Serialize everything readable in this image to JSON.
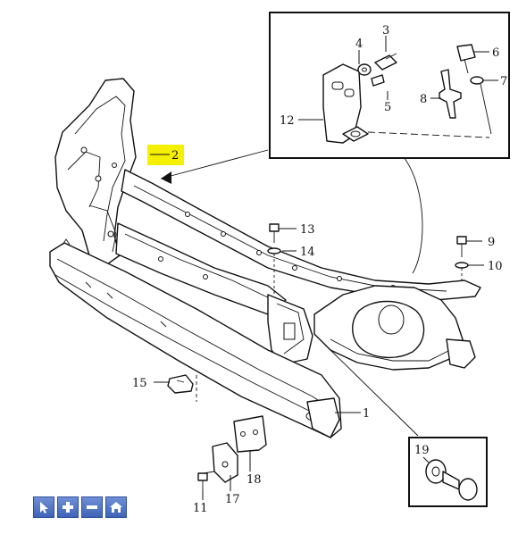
{
  "callouts": {
    "c1": "1",
    "c2": "2",
    "c3": "3",
    "c4": "4",
    "c5": "5",
    "c6": "6",
    "c7": "7",
    "c8": "8",
    "c9": "9",
    "c10": "10",
    "c11": "11",
    "c12": "12",
    "c13": "13",
    "c14": "14",
    "c15": "15",
    "c17": "17",
    "c18": "18",
    "c19": "19"
  },
  "highlight": {
    "color": "#f5f000"
  },
  "toolbar": {
    "buttons": [
      {
        "icon": "pointer-icon"
      },
      {
        "icon": "zoom-in-icon"
      },
      {
        "icon": "zoom-out-icon"
      },
      {
        "icon": "home-icon"
      }
    ],
    "color": "#4f72c4"
  }
}
